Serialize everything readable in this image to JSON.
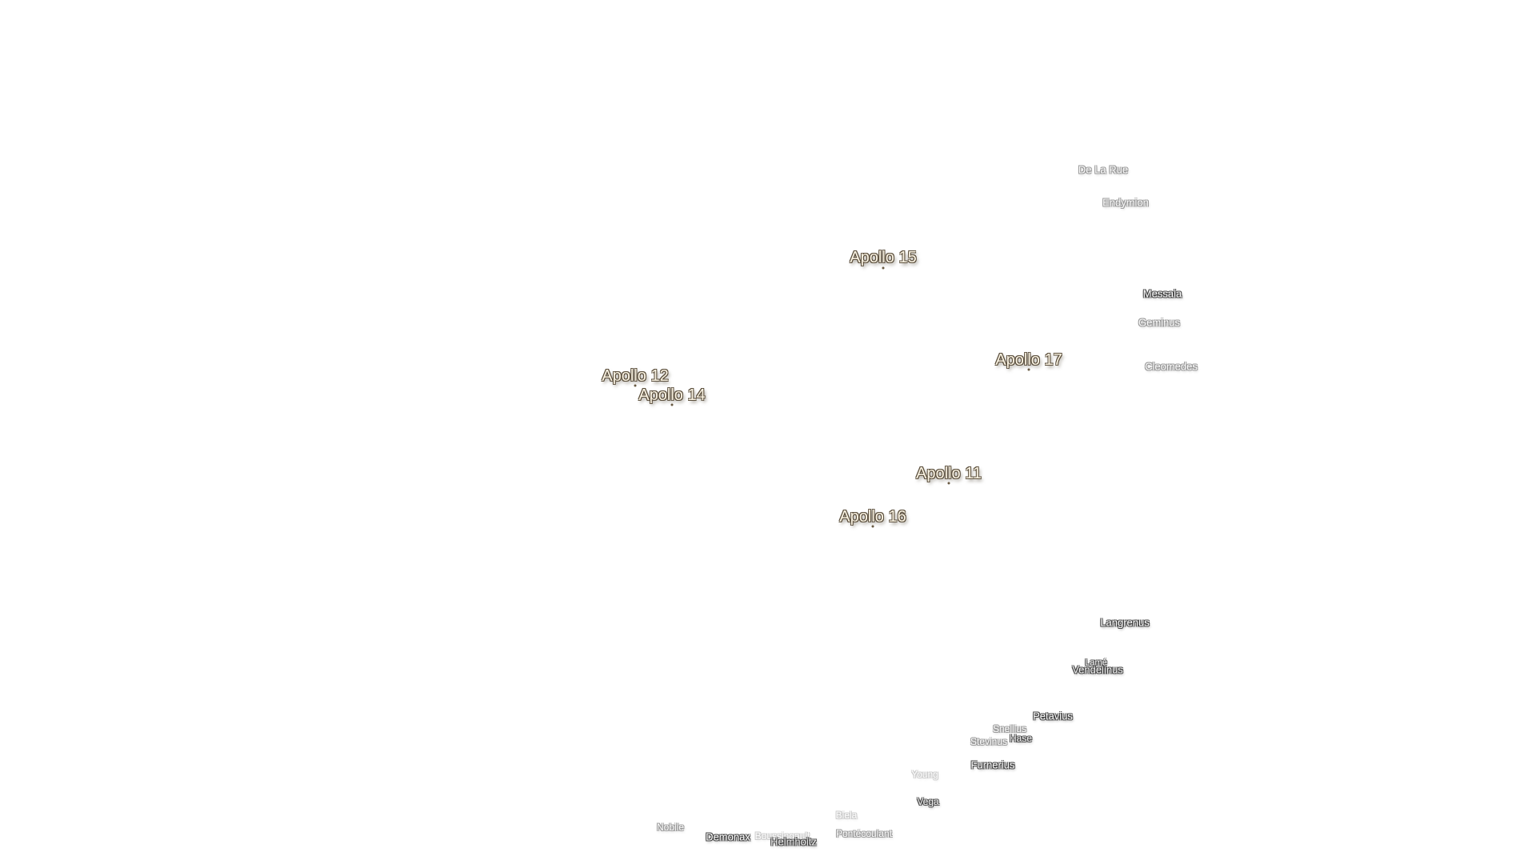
{
  "apollo_sites": [
    {
      "id": "a15",
      "name": "Apollo 15"
    },
    {
      "id": "a17",
      "name": "Apollo 17"
    },
    {
      "id": "a12",
      "name": "Apollo 12"
    },
    {
      "id": "a14",
      "name": "Apollo 14"
    },
    {
      "id": "a11",
      "name": "Apollo 11"
    },
    {
      "id": "a16",
      "name": "Apollo 16"
    }
  ],
  "craters": [
    {
      "id": "de-la-rue",
      "name": "De La Rue"
    },
    {
      "id": "endymion",
      "name": "Endymion"
    },
    {
      "id": "messala",
      "name": "Messala"
    },
    {
      "id": "geminus",
      "name": "Geminus"
    },
    {
      "id": "cleomedes",
      "name": "Cleomedes"
    },
    {
      "id": "langrenus",
      "name": "Langrenus"
    },
    {
      "id": "vendelinus",
      "name": "Vendelinus"
    },
    {
      "id": "lame",
      "name": "Lamé"
    },
    {
      "id": "petavius",
      "name": "Petavius"
    },
    {
      "id": "snellius",
      "name": "Snellius"
    },
    {
      "id": "hase",
      "name": "Hase"
    },
    {
      "id": "stevinus",
      "name": "Stevinus"
    },
    {
      "id": "furnerius",
      "name": "Furnerius"
    },
    {
      "id": "young",
      "name": "Young"
    },
    {
      "id": "vega",
      "name": "Vega"
    },
    {
      "id": "biela",
      "name": "Biela"
    },
    {
      "id": "pontecoulant",
      "name": "Pontécoulant"
    },
    {
      "id": "demonax",
      "name": "Demonax"
    },
    {
      "id": "helmholtz",
      "name": "Helmholtz"
    },
    {
      "id": "nobile",
      "name": "Nobile"
    },
    {
      "id": "boussingault",
      "name": "Boussingault"
    }
  ]
}
